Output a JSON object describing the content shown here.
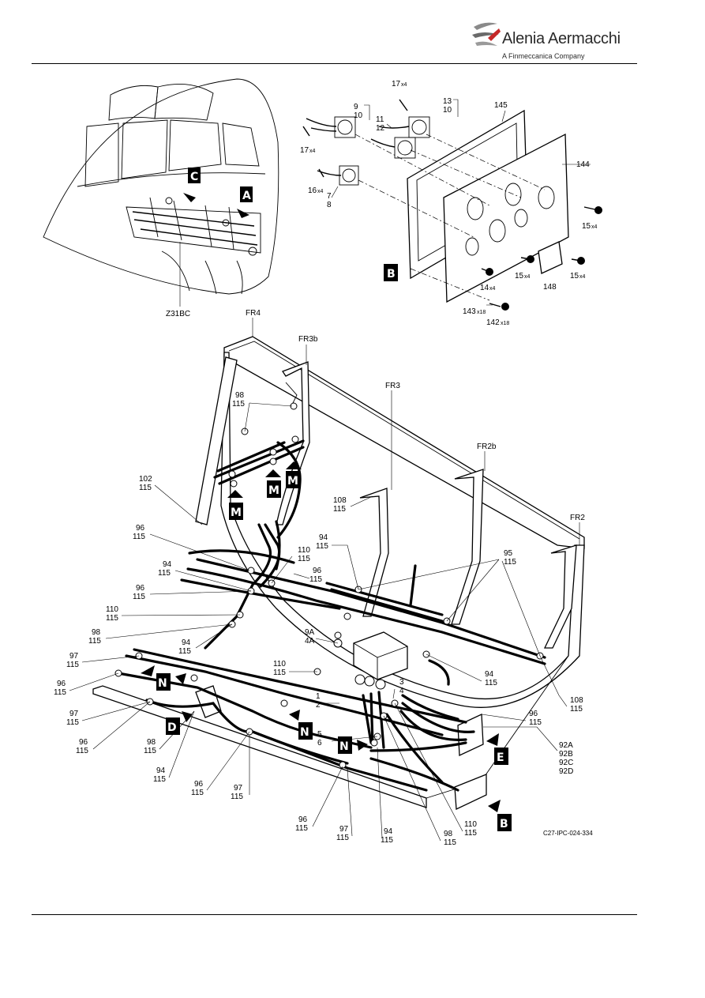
{
  "header": {
    "brand_name": "Alenia Aermacchi",
    "brand_subtitle": "A Finmeccanica Company"
  },
  "figure": {
    "drawing_ref": "C27-IPC-024-334",
    "zone_label": "Z31BC",
    "view_letters": [
      "A",
      "B",
      "C",
      "D",
      "E",
      "M",
      "N"
    ],
    "frames": [
      "FR4",
      "FR3b",
      "FR3",
      "FR2b",
      "FR2"
    ],
    "detail_b_callouts": [
      {
        "main": "17",
        "qty": "x4"
      },
      {
        "main": "9",
        "second": "10"
      },
      {
        "main": "13",
        "second": "10"
      },
      {
        "main": "145"
      },
      {
        "main": "11",
        "second": "12"
      },
      {
        "main": "17",
        "qty": "x4"
      },
      {
        "main": "144"
      },
      {
        "main": "16",
        "qty": "x4"
      },
      {
        "main": "7",
        "second": "8"
      },
      {
        "main": "15",
        "qty": "x4"
      },
      {
        "main": "15",
        "qty": "x4"
      },
      {
        "main": "15",
        "qty": "x4"
      },
      {
        "main": "148"
      },
      {
        "main": "14",
        "qty": "x4"
      },
      {
        "main": "143",
        "qty": "x18"
      },
      {
        "main": "142",
        "qty": "x18"
      }
    ],
    "main_callouts": [
      {
        "a": "98",
        "b": "115"
      },
      {
        "a": "102",
        "b": "115"
      },
      {
        "a": "108",
        "b": "115"
      },
      {
        "a": "96",
        "b": "115"
      },
      {
        "a": "94",
        "b": "115"
      },
      {
        "a": "110",
        "b": "115"
      },
      {
        "a": "96",
        "b": "115"
      },
      {
        "a": "95",
        "b": "115"
      },
      {
        "a": "94",
        "b": "115"
      },
      {
        "a": "96",
        "b": "115"
      },
      {
        "a": "110",
        "b": "115"
      },
      {
        "a": "98",
        "b": "115"
      },
      {
        "a": "94",
        "b": "115"
      },
      {
        "a": "9A",
        "b": "4A"
      },
      {
        "a": "97",
        "b": "115"
      },
      {
        "a": "110",
        "b": "115"
      },
      {
        "a": "96",
        "b": "115"
      },
      {
        "a": "94",
        "b": "115"
      },
      {
        "a": "3",
        "b": "4"
      },
      {
        "a": "1",
        "b": "2"
      },
      {
        "a": "97",
        "b": "115"
      },
      {
        "a": "96",
        "b": "115"
      },
      {
        "a": "108",
        "b": "115"
      },
      {
        "a": "5",
        "b": "6"
      },
      {
        "a": "96",
        "b": "115"
      },
      {
        "a": "98",
        "b": "115"
      },
      {
        "a": "94",
        "b": "115"
      },
      {
        "a": "96",
        "b": "115"
      },
      {
        "a": "97",
        "b": "115"
      },
      {
        "a": "110",
        "b": "115"
      },
      {
        "a": "96",
        "b": "115"
      },
      {
        "a": "97",
        "b": "115"
      },
      {
        "a": "94",
        "b": "115"
      },
      {
        "a": "98",
        "b": "115"
      }
    ],
    "connector_group": [
      "92A",
      "92B",
      "92C",
      "92D"
    ]
  }
}
